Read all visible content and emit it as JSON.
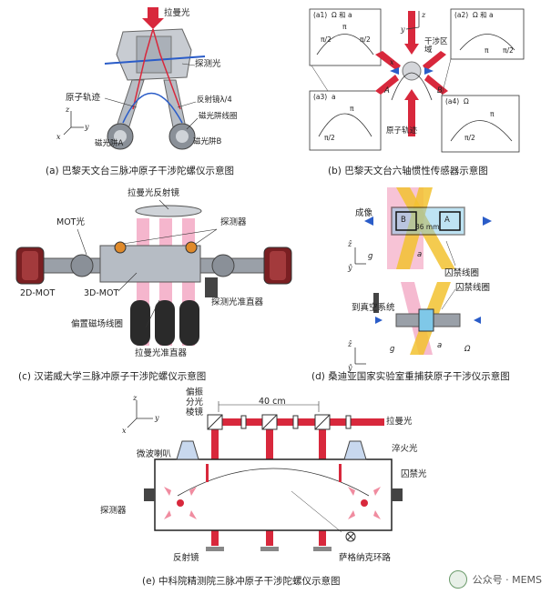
{
  "panel_a": {
    "caption": "(a)  巴黎天文台三脉冲原子干涉陀螺仪示意图",
    "labels": {
      "raman": "拉曼光",
      "probe": "探测光",
      "atom_traj": "原子轨迹",
      "mirror": "反射镜λ/4",
      "coil": "磁光阱线圈",
      "trap_a": "磁光阱A",
      "trap_b": "磁光阱B",
      "ax_z": "z",
      "ax_y": "y",
      "ax_x": "x"
    }
  },
  "panel_b": {
    "caption": "(b)  巴黎天文台六轴惯性传感器示意图",
    "labels": {
      "a1": "(a1)",
      "a1_txt": "Ω 和 a",
      "a2": "(a2)",
      "a2_txt": "Ω 和 a",
      "a3": "(a3)",
      "a3_txt": "a",
      "a4": "(a4)",
      "a4_txt": "Ω",
      "interf": "干涉区域",
      "atom_traj": "原子轨迹",
      "pi2": "π/2",
      "pi": "π",
      "A": "A",
      "B": "B",
      "ax_z": "z",
      "ax_y": "y",
      "ax_x": "x"
    }
  },
  "panel_c": {
    "caption": "(c)  汉诺威大学三脉冲原子干涉陀螺仪示意图",
    "labels": {
      "raman_mirror": "拉曼光反射镜",
      "mot_light": "MOT光",
      "detector": "探测器",
      "mot2d": "2D-MOT",
      "mot3d": "3D-MOT",
      "probe_collim": "探测光准直器",
      "bias_coil": "偏置磁场线圈",
      "raman_collim": "拉曼光准直器"
    }
  },
  "panel_d": {
    "caption": "(d)  桑迪亚国家实验室重捕获原子干涉仪示意图",
    "labels": {
      "imaging": "成像",
      "trap_coil": "囚禁线圈",
      "trap_coil2": "囚禁线圈",
      "vacuum": "到真空系统",
      "B": "B",
      "A": "A",
      "dist": "36 mm",
      "g": "g",
      "a": "a",
      "omega": "Ω",
      "ax_z": "ẑ",
      "ax_y": "ŷ"
    }
  },
  "panel_e": {
    "caption": "(e)  中科院精测院三脉冲原子干涉陀螺仪示意图",
    "labels": {
      "pbs": "偏振分光棱镜",
      "dist": "40 cm",
      "raman": "拉曼光",
      "microwave": "微波喇叭",
      "quench": "淬火光",
      "trap_light": "囚禁光",
      "detector": "探测器",
      "mirror": "反射镜",
      "sagnac": "萨格纳克环路",
      "ax_z": "z",
      "ax_y": "y",
      "ax_x": "x"
    }
  },
  "watermark": "公众号 · MEMS",
  "colors": {
    "raman_red": "#d8283c",
    "pink": "#f3a9c4",
    "blue": "#2a5cc8",
    "yellow": "#f2c230",
    "metal": "#9aa0a8"
  }
}
